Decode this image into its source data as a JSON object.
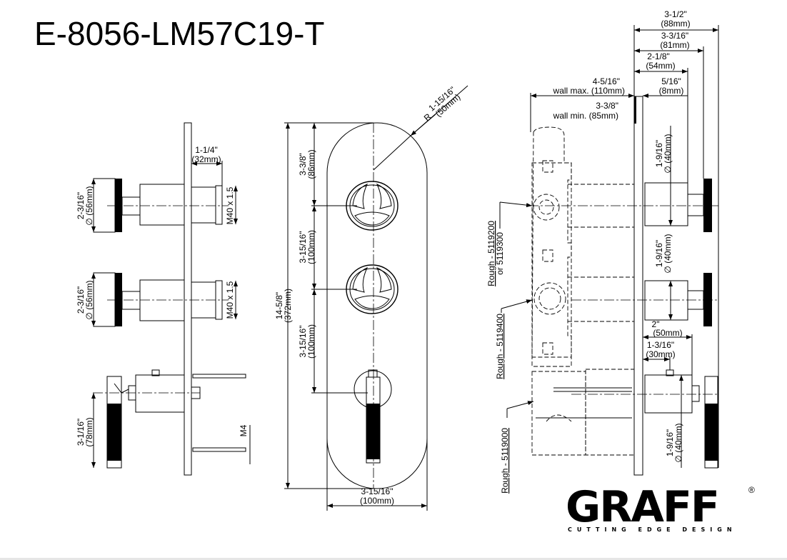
{
  "title": "E-8056-LM57C19-T",
  "side_view": {
    "knob_dia_1": [
      "2-3/16\"",
      "∅ (56mm)"
    ],
    "knob_dia_2": [
      "2-3/16\"",
      "∅ (56mm)"
    ],
    "depth": [
      "1-1/4\"",
      "(32mm)"
    ],
    "thread_1": "M40 x 1.5",
    "thread_2": "M40 x 1.5",
    "lever_height": [
      "3-1/16\"",
      "(78mm)"
    ],
    "screw": "M4"
  },
  "front_view": {
    "total_height": [
      "14-5/8\"",
      "(372mm)"
    ],
    "top_to_knob": [
      "3-3/8\"",
      "(86mm)"
    ],
    "knob_spacing_1": [
      "3-15/16\"",
      "(100mm)"
    ],
    "knob_spacing_2": [
      "3-15/16\"",
      "(100mm)"
    ],
    "radius": [
      "R",
      "1-15/16\"",
      "(50mm)"
    ],
    "width": [
      "3-15/16\"",
      "(100mm)"
    ]
  },
  "rough_view": {
    "d_total": [
      "3-1/2\"",
      "(88mm)"
    ],
    "d_knob": [
      "3-3/16\"",
      "(81mm)"
    ],
    "d_body": [
      "2-1/8\"",
      "(54mm)"
    ],
    "wall_max": [
      "4-5/16\"",
      "wall max. (110mm)"
    ],
    "wall_min": [
      "3-3/8\"",
      "wall min. (85mm)"
    ],
    "d_plate": [
      "5/16\"",
      "(8mm)"
    ],
    "body_dia_1": [
      "1-9/16\"",
      "∅ (40mm)"
    ],
    "body_dia_2": [
      "1-9/16\"",
      "∅ (40mm)"
    ],
    "body_dia_3": [
      "1-9/16\"",
      "∅ (40mm)"
    ],
    "lever_depth": [
      "2\"",
      "(50mm)"
    ],
    "screw_pos": [
      "1-3/16\"",
      "(30mm)"
    ],
    "rough_1": [
      "Rough - 5119200",
      "or 5119300"
    ],
    "rough_2": "Rough - 5119400",
    "rough_3": "Rough - 5119000"
  },
  "logo": {
    "brand": "GRAFF",
    "reg": "®",
    "tagline": "CUTTING EDGE DESIGN"
  }
}
